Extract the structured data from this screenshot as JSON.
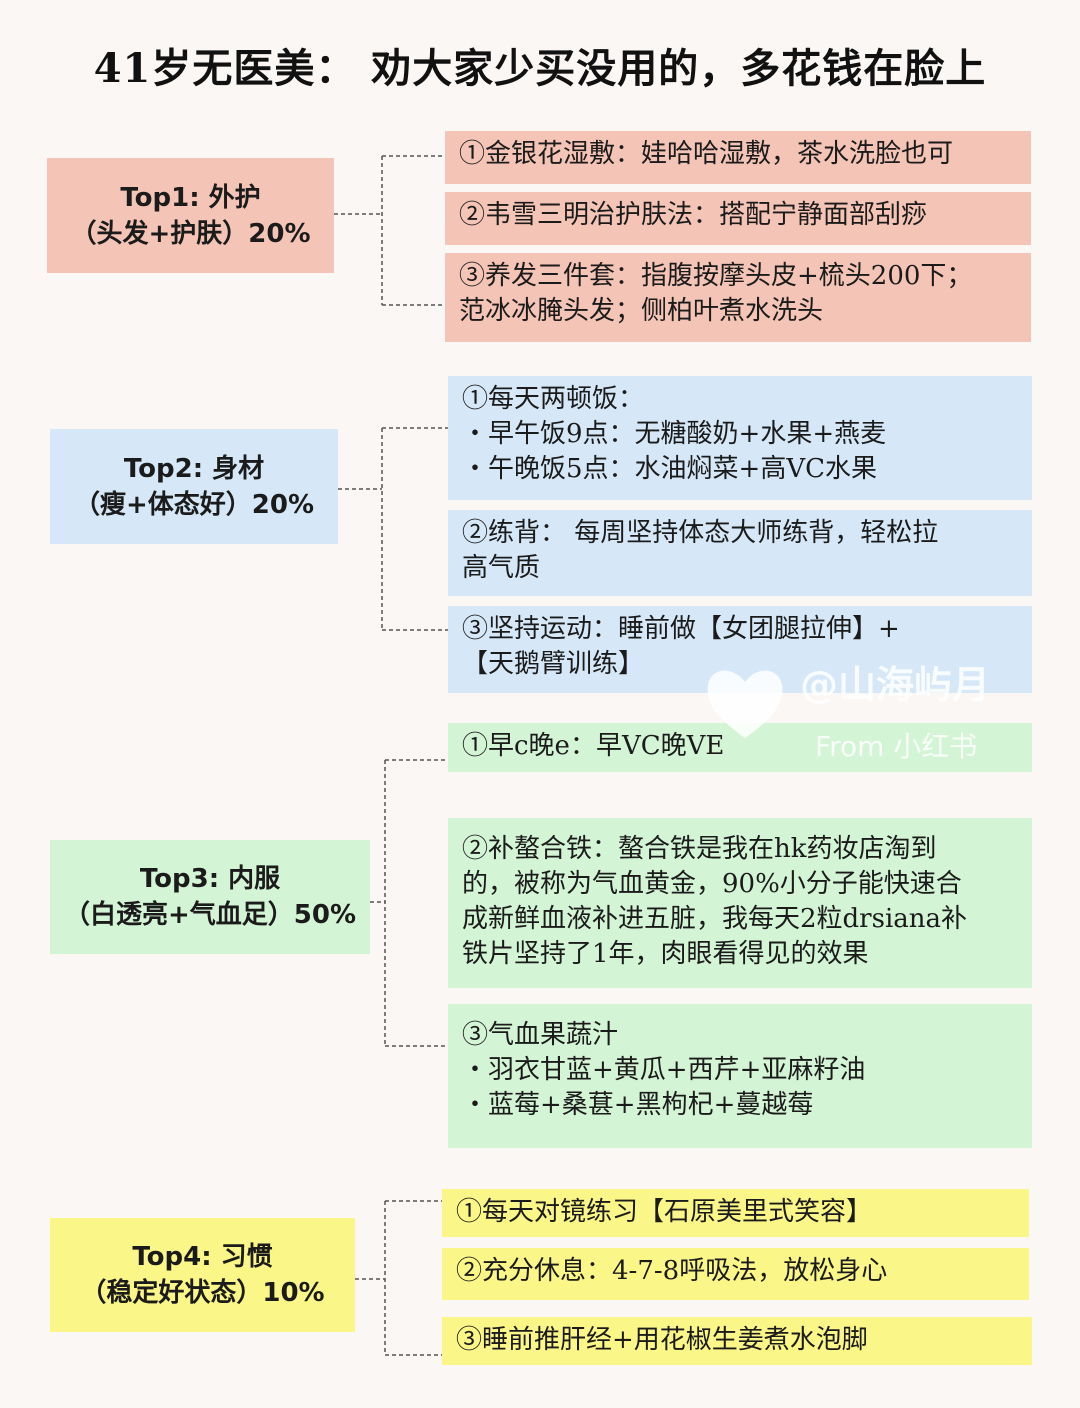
{
  "title": "41岁无医美： 劝大家少买没用的，多花钱在脸上",
  "sections": [
    {
      "label_line1": "Top1: 外护",
      "label_line2": "（头发+护肤）20%",
      "items": [
        {
          "lines": [
            "①金银花湿敷：娃哈哈湿敷，茶水洗脸也可"
          ]
        },
        {
          "lines": [
            "②韦雪三明治护肤法：搭配宁静面部刮痧"
          ]
        },
        {
          "lines": [
            "③养发三件套：指腹按摩头皮+梳头200下；",
            "范冰冰腌头发；侧柏叶煮水洗头"
          ]
        }
      ]
    },
    {
      "label_line1": "Top2: 身材",
      "label_line2": "（瘦+体态好）20%",
      "items": [
        {
          "lines": [
            "①每天两顿饭：",
            "・早午饭9点：无糖酸奶+水果+燕麦",
            "・午晚饭5点：水油焖菜+高VC水果"
          ]
        },
        {
          "lines": [
            "②练背： 每周坚持体态大师练背，轻松拉",
            "高气质"
          ]
        },
        {
          "lines": [
            "③坚持运动：睡前做【女团腿拉伸】+",
            "【天鹅臂训练】"
          ]
        }
      ]
    },
    {
      "label_line1": "Top3: 内服",
      "label_line2": "（白透亮+气血足）50%",
      "items": [
        {
          "lines": [
            "①早c晚e：早VC晚VE"
          ]
        },
        {
          "lines": [
            "②补螯合铁：螯合铁是我在hk药妆店淘到",
            "的，被称为气血黄金，90%小分子能快速合",
            "成新鲜血液补进五脏，我每天2粒drsiana补",
            "铁片坚持了1年，肉眼看得见的效果"
          ]
        },
        {
          "lines": [
            "③气血果蔬汁",
            "・羽衣甘蓝+黄瓜+西芹+亚麻籽油",
            "・蓝莓+桑葚+黑枸杞+蔓越莓"
          ]
        }
      ]
    },
    {
      "label_line1": "Top4: 习惯",
      "label_line2": "（稳定好状态）10%",
      "items": [
        {
          "lines": [
            "①每天对镜练习【石原美里式笑容】"
          ]
        },
        {
          "lines": [
            "②充分休息：4-7-8呼吸法，放松身心"
          ]
        },
        {
          "lines": [
            "③睡前推肝经+用花椒生姜煮水泡脚"
          ]
        }
      ]
    }
  ],
  "watermark": {
    "handle": "@山海屿月",
    "source": "From 小红书"
  },
  "colors": {
    "pink": "#f4c4b6",
    "blue": "#d6e8f8",
    "green": "#d4f4d6",
    "yellow": "#fbf688"
  }
}
